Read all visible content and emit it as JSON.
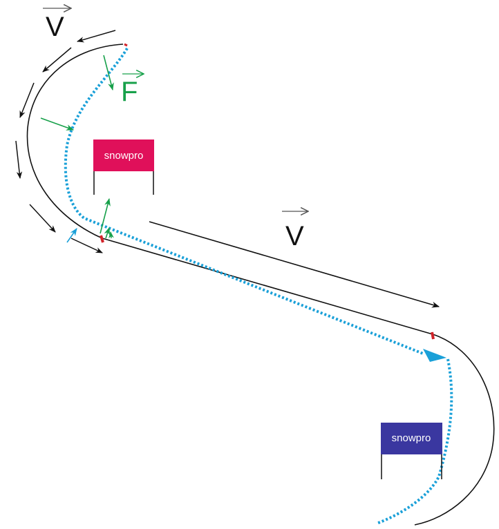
{
  "colors": {
    "line": "#111111",
    "trajectory": "#1aa0d8",
    "force": "#17a04a",
    "marker": "#d2232a",
    "gate_red": "#e0105a",
    "gate_blue": "#3a37a0",
    "background": "#ffffff"
  },
  "labels": {
    "velocity_top": "V",
    "force": "F",
    "velocity_middle": "V"
  },
  "gates": [
    {
      "text": "snowpro",
      "color": "#e0105a"
    },
    {
      "text": "snowpro",
      "color": "#3a37a0"
    }
  ]
}
